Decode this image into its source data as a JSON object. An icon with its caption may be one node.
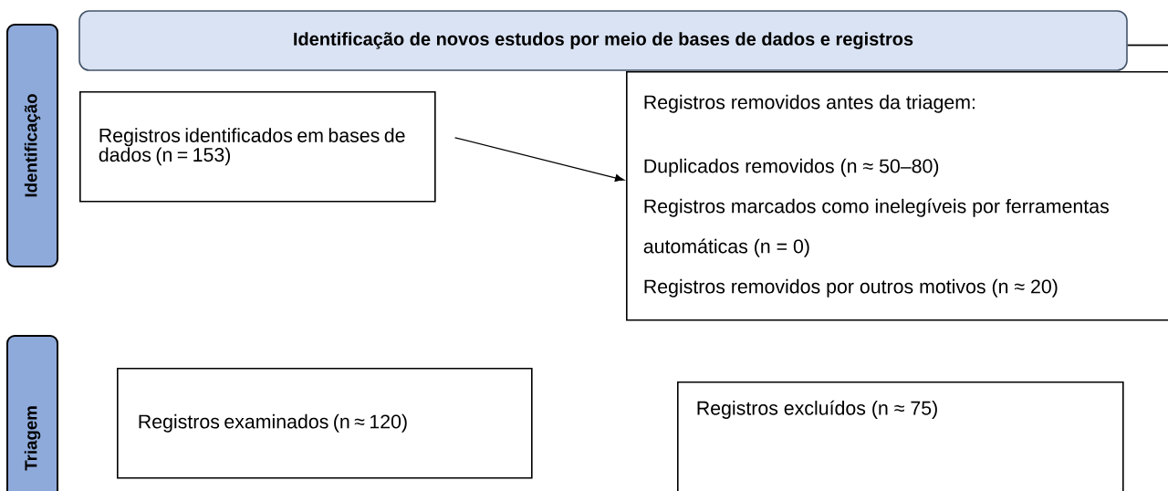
{
  "diagram": {
    "nodes": [
      {
        "text": [
          "Identificação"
        ]
      },
      {
        "text": [
          "Identificação de novos estudos por meio de bases de dados e registros"
        ]
      },
      {
        "text": [
          "Registros identificados em bases de dados (n = 153)"
        ]
      },
      {
        "text": [
          "Registros removidos antes da triagem:",
          "Duplicados removidos (n ≈ 50–80)",
          "Registros marcados como inelegíveis por ferramentas automáticas (n = 0)",
          "Registros removidos por outros motivos (n ≈ 20)"
        ]
      },
      {
        "text": [
          "Triagem"
        ]
      },
      {
        "text": [
          "Registros examinados (n ≈ 120)"
        ]
      },
      {
        "text": [
          "Registros excluídos (n ≈ 75)"
        ]
      }
    ],
    "edges": [
      {
        "from": 2,
        "to": 3,
        "arrow": "to"
      },
      {
        "from": 1,
        "to": null,
        "arrow": "none"
      }
    ]
  }
}
